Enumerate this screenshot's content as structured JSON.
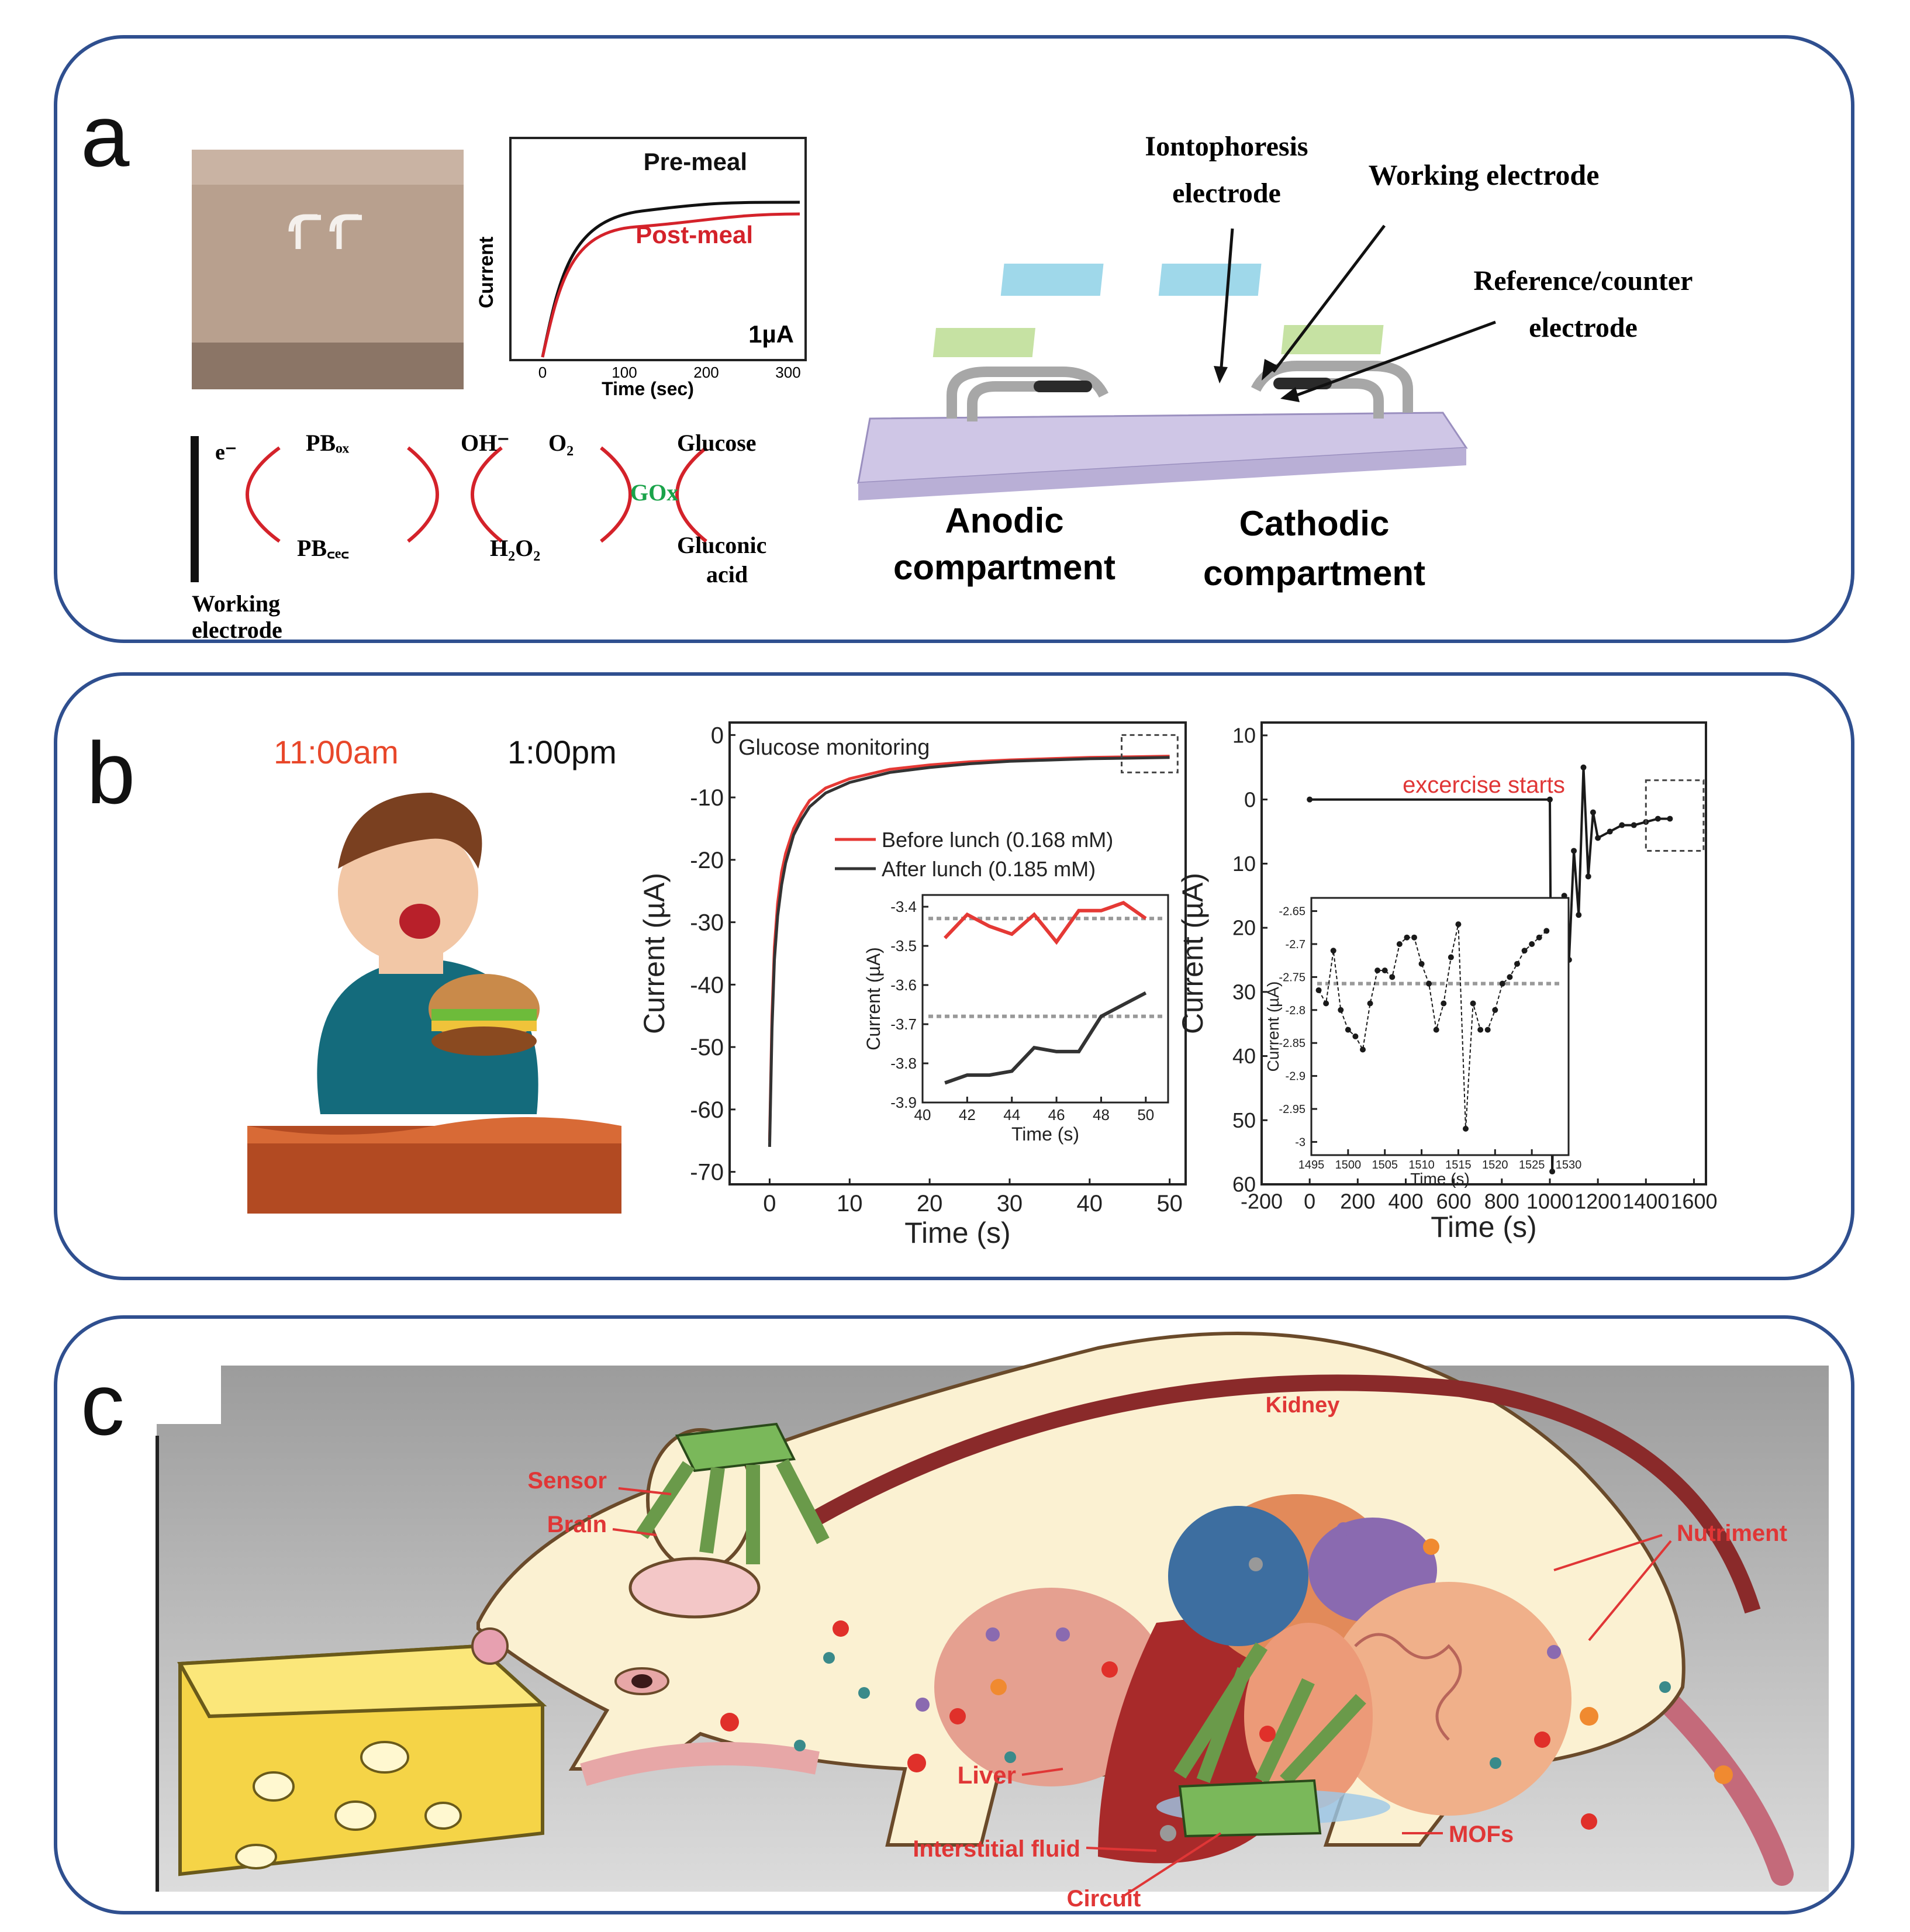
{
  "panel_a": {
    "letter": "a",
    "inset_plot": {
      "legend_pre": "Pre-meal",
      "legend_post": "Post-meal",
      "ylabel": "Current",
      "xlabel": "Time (sec)",
      "scale_bar": "1µA",
      "xticks": [
        "0",
        "100",
        "200",
        "300"
      ]
    },
    "reaction": {
      "e": "e⁻",
      "pb_ox": "PBₒₓ",
      "pb_red": "PB꜀ₑ꜀",
      "oh": "OH⁻",
      "o2": "O₂",
      "h2o2": "H₂O₂",
      "glucose": "Glucose",
      "gox": "GOx",
      "gluconic": "Gluconic",
      "acid": "acid",
      "working_line1": "Working",
      "working_line2": "electrode"
    },
    "schematic": {
      "iontophoresis_line1": "Iontophoresis",
      "iontophoresis_line2": "electrode",
      "working": "Working electrode",
      "reference_line1": "Reference/counter",
      "reference_line2": "electrode",
      "anodic_line1": "Anodic",
      "anodic_line2": "compartment",
      "cathodic_line1": "Cathodic",
      "cathodic_line2": "compartment"
    },
    "colors": {
      "pre": "#111111",
      "post": "#d4222a"
    }
  },
  "panel_b": {
    "letter": "b",
    "time_1": "11:00am",
    "time_2": "1:00pm",
    "colors": {
      "time_1": "#e8472a",
      "before": "#e53935",
      "after": "#333333"
    }
  },
  "chart_data": [
    {
      "type": "line",
      "title": "Glucose monitoring",
      "xlabel": "Time (s)",
      "ylabel": "Current (µA)",
      "xlim": [
        -5,
        52
      ],
      "ylim": [
        -72,
        2
      ],
      "xticks": [
        0,
        10,
        20,
        30,
        40,
        50
      ],
      "yticks": [
        0,
        -10,
        -20,
        -30,
        -40,
        -50,
        -60,
        -70
      ],
      "series": [
        {
          "name": "Before lunch (0.168 mM)",
          "x": [
            0,
            0.3,
            0.6,
            1,
            1.5,
            2,
            3,
            4,
            5,
            7,
            10,
            15,
            20,
            25,
            30,
            35,
            40,
            45,
            50
          ],
          "y": [
            -65,
            -45,
            -34,
            -27,
            -22,
            -19,
            -15,
            -12.5,
            -10.5,
            -8.5,
            -7,
            -5.5,
            -4.8,
            -4.3,
            -4,
            -3.8,
            -3.6,
            -3.5,
            -3.4
          ]
        },
        {
          "name": "After  lunch (0.185 mM)",
          "x": [
            0,
            0.3,
            0.6,
            1,
            1.5,
            2,
            3,
            4,
            5,
            7,
            10,
            15,
            20,
            25,
            30,
            35,
            40,
            45,
            50
          ],
          "y": [
            -66,
            -47,
            -36,
            -29,
            -24,
            -20.5,
            -16,
            -13.5,
            -11.5,
            -9.3,
            -7.6,
            -6,
            -5.2,
            -4.6,
            -4.2,
            -4,
            -3.8,
            -3.7,
            -3.6
          ]
        }
      ],
      "inset": {
        "xlabel": "Time (s)",
        "ylabel": "Current (µA)",
        "xlim": [
          40,
          51
        ],
        "ylim": [
          -3.9,
          -3.37
        ],
        "xticks": [
          40,
          42,
          44,
          46,
          48,
          50
        ],
        "yticks": [
          -3.4,
          -3.5,
          -3.6,
          -3.7,
          -3.8,
          -3.9
        ],
        "series": [
          {
            "name": "Before lunch (0.168 mM)",
            "x": [
              41,
              42,
              43,
              44,
              45,
              46,
              47,
              48,
              49,
              50
            ],
            "y": [
              -3.48,
              -3.42,
              -3.45,
              -3.47,
              -3.42,
              -3.49,
              -3.41,
              -3.41,
              -3.39,
              -3.43
            ]
          },
          {
            "name": "After  lunch (0.185 mM)",
            "x": [
              41,
              42,
              43,
              44,
              45,
              46,
              47,
              48,
              49,
              50
            ],
            "y": [
              -3.85,
              -3.83,
              -3.83,
              -3.82,
              -3.76,
              -3.77,
              -3.77,
              -3.68,
              -3.65,
              -3.62
            ]
          }
        ],
        "reference_lines": [
          -3.43,
          -3.68
        ]
      }
    },
    {
      "type": "line",
      "title": "",
      "annotation": "excercise starts",
      "xlabel": "Time (s)",
      "ylabel": "Current (µA)",
      "xlim": [
        -200,
        1650
      ],
      "ylim": [
        -12,
        60
      ],
      "y_inverted": true,
      "xticks": [
        -200,
        0,
        200,
        400,
        600,
        800,
        1000,
        1200,
        1400,
        1600
      ],
      "yticks": [
        10,
        0,
        10,
        20,
        30,
        40,
        50,
        60
      ],
      "series": [
        {
          "name": "current",
          "x": [
            0,
            1000,
            1010,
            1020,
            1030,
            1040,
            1050,
            1060,
            1080,
            1100,
            1120,
            1140,
            1160,
            1180,
            1200,
            1250,
            1300,
            1350,
            1400,
            1450,
            1500
          ],
          "y": [
            0,
            0,
            58,
            35,
            50,
            20,
            42,
            15,
            25,
            8,
            18,
            -5,
            12,
            2,
            6,
            5,
            4,
            4,
            3.5,
            3,
            3
          ]
        }
      ],
      "inset": {
        "xlabel": "Time (s)",
        "ylabel": "Current (µA)",
        "xlim": [
          1495,
          1530
        ],
        "ylim": [
          -3.02,
          -2.63
        ],
        "xticks": [
          1495,
          1500,
          1505,
          1510,
          1515,
          1520,
          1525,
          1530
        ],
        "yticks": [
          -2.65,
          -2.7,
          -2.75,
          -2.8,
          -2.85,
          -2.9,
          -2.95,
          -3.0
        ],
        "series": [
          {
            "name": "current",
            "x": [
              1496,
              1497,
              1498,
              1499,
              1500,
              1501,
              1502,
              1503,
              1504,
              1505,
              1506,
              1507,
              1508,
              1509,
              1510,
              1511,
              1512,
              1513,
              1514,
              1515,
              1516,
              1517,
              1518,
              1519,
              1520,
              1521,
              1522,
              1523,
              1524,
              1525,
              1526,
              1527
            ],
            "y": [
              -2.77,
              -2.79,
              -2.71,
              -2.8,
              -2.83,
              -2.84,
              -2.86,
              -2.79,
              -2.74,
              -2.74,
              -2.75,
              -2.7,
              -2.69,
              -2.69,
              -2.73,
              -2.76,
              -2.83,
              -2.79,
              -2.72,
              -2.67,
              -2.98,
              -2.79,
              -2.83,
              -2.83,
              -2.8,
              -2.76,
              -2.75,
              -2.73,
              -2.71,
              -2.7,
              -2.69,
              -2.68
            ]
          }
        ],
        "reference_lines": [
          -2.76
        ]
      }
    }
  ],
  "panel_c": {
    "letter": "c",
    "labels": {
      "sensor": "Sensor",
      "brain": "Brain",
      "kidney": "Kidney",
      "nutriment": "Nutriment",
      "liver": "Liver",
      "interstitial": "Interstitial fluid",
      "mofs": "MOFs",
      "circuit": "Circuit"
    },
    "colors": {
      "label": "#e03636",
      "body": "#fbf1d2",
      "cheese": "#f5d447",
      "liver": "#a82a2a"
    }
  }
}
